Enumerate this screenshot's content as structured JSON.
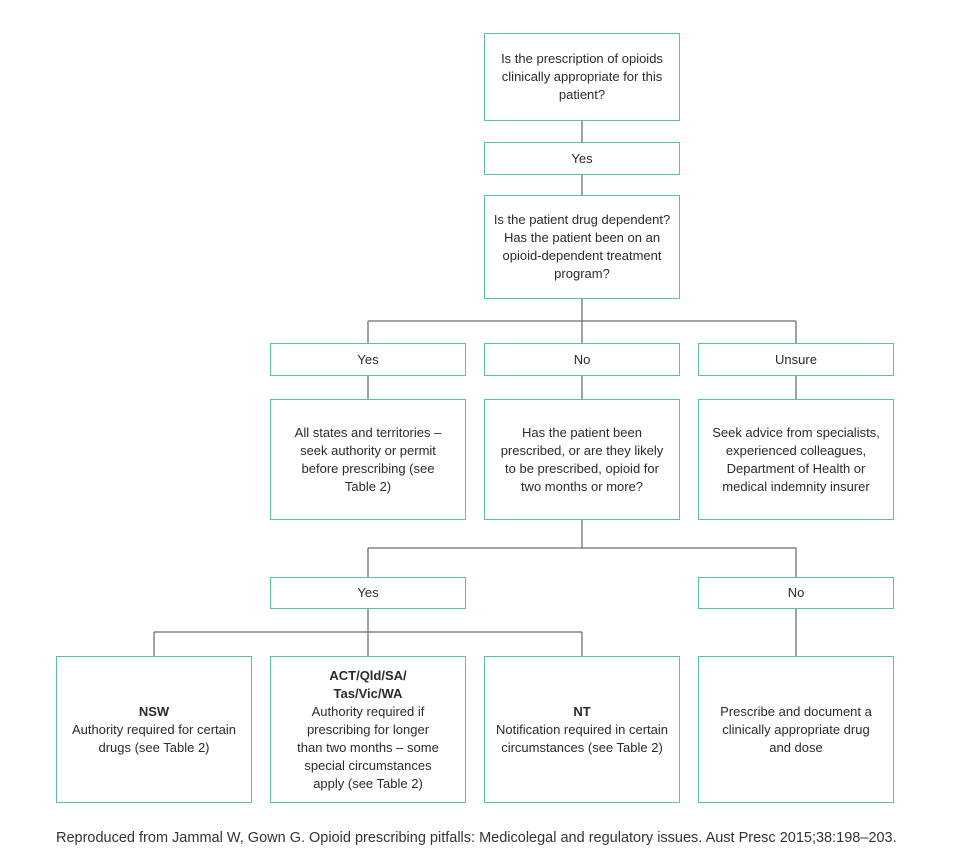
{
  "flowchart": {
    "q1": "Is the prescription of opioids clinically appropriate for this patient?",
    "q1_yes": "Yes",
    "q2": "Is the patient drug dependent? Has the patient been on an opioid-dependent treatment program?",
    "q2_yes": "Yes",
    "q2_no": "No",
    "q2_unsure": "Unsure",
    "all_states": "All states and territories – seek authority or permit before prescribing (see Table 2)",
    "q3": "Has the patient been prescribed, or are they likely to be prescribed, opioid for two months or more?",
    "seek_advice": "Seek advice from specialists, experienced colleagues, Department of Health or medical indemnity insurer",
    "q3_yes": "Yes",
    "q3_no": "No",
    "nsw": {
      "title": "NSW",
      "text": "Authority required for certain drugs (see Table 2)"
    },
    "act": {
      "title": "ACT/Qld/SA/ Tas/Vic/WA",
      "text": "Authority required if prescribing for longer than two months – some special circumstances apply (see Table 2)"
    },
    "nt": {
      "title": "NT",
      "text": "Notification required in certain circumstances (see Table 2)"
    },
    "prescribe": "Prescribe and document a clinically appropriate drug and dose"
  },
  "caption": "Reproduced from Jammal W, Gown G. Opioid prescribing pitfalls: Medicolegal and regulatory issues. Aust Presc 2015;38:198–203."
}
